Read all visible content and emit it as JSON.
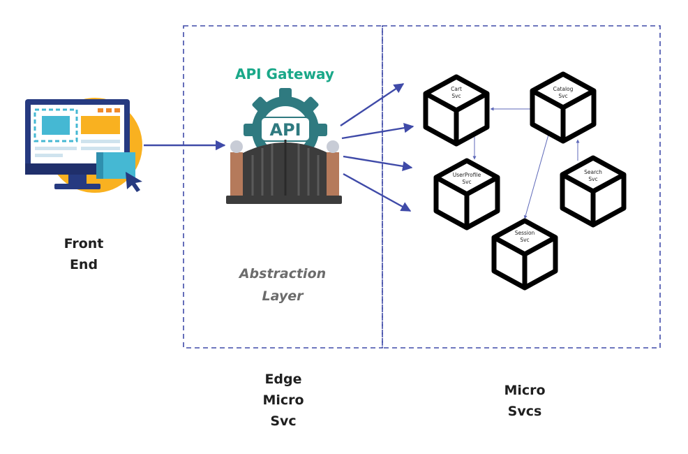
{
  "front_end": {
    "line1": "Front",
    "line2": "End"
  },
  "gateway": {
    "title": "API Gateway",
    "badge": "API"
  },
  "abstraction_layer": {
    "line1": "Abstraction",
    "line2": "Layer"
  },
  "edge_micro_svc": {
    "line1": "Edge",
    "line2": "Micro",
    "line3": "Svc"
  },
  "micro_svcs": {
    "line1": "Micro",
    "line2": "Svcs"
  },
  "services": {
    "cart": {
      "line1": "Cart",
      "line2": "Svc"
    },
    "catalog": {
      "line1": "Catalog",
      "line2": "Svc"
    },
    "userprofile": {
      "line1": "UserProfile",
      "line2": "Svc"
    },
    "search": {
      "line1": "Search",
      "line2": "Svc"
    },
    "session": {
      "line1": "Session",
      "line2": "Svc"
    }
  },
  "colors": {
    "arrow": "#3f4aa8",
    "dashed_border": "#3f4aa8",
    "gateway_teal": "#2f7a80",
    "gateway_title": "#1aa889",
    "monitor_circle": "#f9b120"
  }
}
